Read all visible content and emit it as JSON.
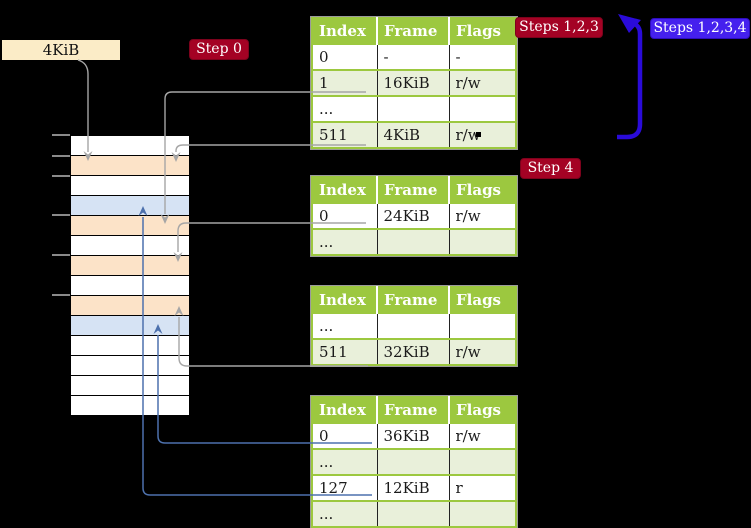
{
  "frame_size_label": "4KiB",
  "step_labels": {
    "step0": "Step 0",
    "steps123": "Steps 1,2,3",
    "steps1234": "Steps 1,2,3,4",
    "step4": "Step 4"
  },
  "colors": {
    "table_header_green": "#9cc83f",
    "table_row_green": "#e9f0da",
    "highlight_yellow": "#ffff9d",
    "memory_frame_orange": "#fce3c8",
    "memory_page_blue": "#d6e3f4",
    "badge_red": "#a40224",
    "badge_blue": "#4520ee",
    "recursive_arrow_blue": "#2a0bd9",
    "pointer_gray": "#a6a6a6",
    "pointer_steel_blue": "#4d71ad",
    "frame_label_bg": "#fbecc7"
  },
  "physical_memory": {
    "row_kinds": [
      "empty",
      "table",
      "empty",
      "page",
      "table",
      "empty",
      "table",
      "empty",
      "table",
      "page",
      "empty",
      "empty",
      "empty",
      "empty"
    ]
  },
  "page_tables": [
    {
      "name": "level-4-table",
      "headers": [
        "Index",
        "Frame",
        "Flags"
      ],
      "rows": [
        {
          "cells": [
            "0",
            "-",
            "-"
          ]
        },
        {
          "cells": [
            "1",
            "16KiB",
            "r/w"
          ]
        },
        {
          "cells": [
            "...",
            "",
            ""
          ]
        },
        {
          "cells": [
            "511",
            "4KiB",
            "r/w"
          ],
          "highlight": true
        }
      ]
    },
    {
      "name": "level-3-table",
      "headers": [
        "Index",
        "Frame",
        "Flags"
      ],
      "rows": [
        {
          "cells": [
            "0",
            "24KiB",
            "r/w"
          ]
        },
        {
          "cells": [
            "...",
            "",
            ""
          ]
        }
      ]
    },
    {
      "name": "level-2-table",
      "headers": [
        "Index",
        "Frame",
        "Flags"
      ],
      "rows": [
        {
          "cells": [
            "...",
            "",
            ""
          ]
        },
        {
          "cells": [
            "511",
            "32KiB",
            "r/w"
          ]
        }
      ]
    },
    {
      "name": "level-1-table",
      "headers": [
        "Index",
        "Frame",
        "Flags"
      ],
      "rows": [
        {
          "cells": [
            "0",
            "36KiB",
            "r/w"
          ]
        },
        {
          "cells": [
            "...",
            "",
            ""
          ]
        },
        {
          "cells": [
            "127",
            "12KiB",
            "r"
          ]
        },
        {
          "cells": [
            "...",
            "",
            ""
          ]
        }
      ]
    }
  ]
}
